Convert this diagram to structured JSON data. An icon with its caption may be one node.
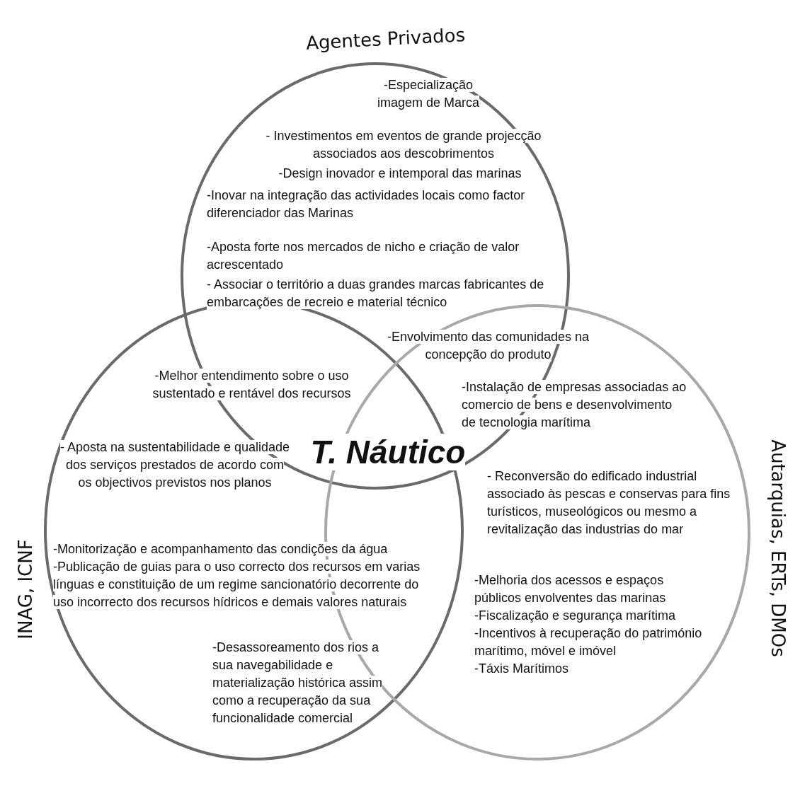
{
  "diagram": {
    "nodes": [
      {
        "text": [
          "Agentes Privados",
          "-Especialização imagem de Marca",
          "- Investimentos em eventos de grande projecção associados aos descobrimentos",
          "-Design inovador e intemporal das marinas",
          "-Inovar na integração das actividades locais como factor diferenciador das Marinas",
          "-Aposta forte nos mercados de nicho e criação de valor acrescentado",
          "- Associar o território a duas grandes marcas fabricantes de embarcações de recreio e material técnico"
        ]
      },
      {
        "text": [
          "INAG, ICNF",
          "- Aposta na sustentabilidade e qualidade dos serviços prestados de acordo com os objectivos previstos nos planos",
          "-Monitorização e acompanhamento das condições da água",
          "-Publicação de guias para o uso correcto dos recursos em varias línguas e constituição de um regime sancionatório decorrente do uso incorrecto dos recursos hídricos e demais valores naturais",
          "-Desassoreamento dos rios a sua navegabilidade e materialização histórica assim como a recuperação da sua funcionalidade comercial"
        ]
      },
      {
        "text": [
          "Autarquias, ERTs, DMOs",
          "- Reconversão do edificado industrial associado às pescas e conservas para fins turísticos, museológicos ou mesmo a revitalização das industrias do mar",
          "-Melhoria dos acessos e espaços públicos envolventes das marinas",
          "-Fiscalização e segurança marítima",
          "-Incentivos à recuperação do património marítimo, móvel e imóvel",
          "-Táxis Marítimos"
        ]
      }
    ],
    "labels": [
      "-Envolvimento das comunidades na concepção do produto",
      "-Melhor entendimento sobre o uso sustentado e rentável dos recursos",
      "-Instalação de empresas associadas ao comercio de bens e desenvolvimento de tecnologia marítima",
      "T. Náutico"
    ]
  }
}
